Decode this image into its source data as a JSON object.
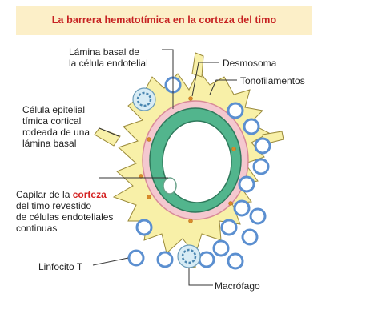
{
  "title": "La barrera hematotímica en la corteza del timo",
  "labels": {
    "basal_lamina_line1": "Lámina basal de",
    "basal_lamina_line2": "la célula endotelial",
    "desmosome": "Desmosoma",
    "tonofilaments": "Tonofilamentos",
    "epithelial_line1": "Célula epitelial",
    "epithelial_line2": "tímica cortical",
    "epithelial_line3": "rodeada de una",
    "epithelial_line4": "lámina basal",
    "capillary_line1_pre": "Capilar de la ",
    "capillary_line1_highlight": "corteza",
    "capillary_line2": "del timo revestido",
    "capillary_line3": "de células endoteliales",
    "capillary_line4": "continuas",
    "lymphocyte": "Linfocito T",
    "macrophage": "Macrófago"
  },
  "colors": {
    "title_bg": "#fcefc8",
    "title_text": "#c62222",
    "epithelial": "#f8f0a8",
    "endothelium": "#52b58d",
    "basal_lamina": "#e8a8b4",
    "lymphocyte": "#5b8fd0",
    "highlight": "#d42323"
  }
}
